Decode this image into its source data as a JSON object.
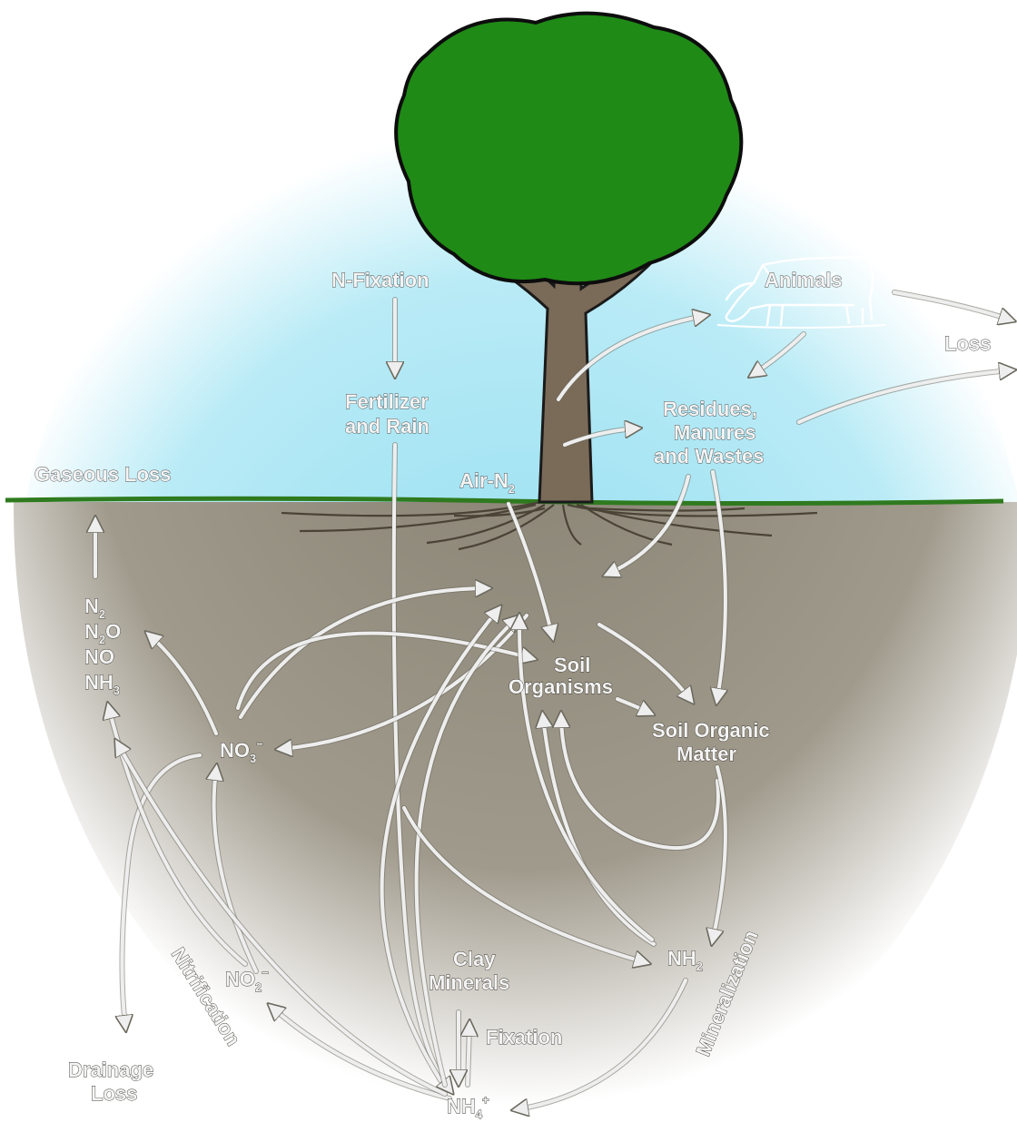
{
  "colors": {
    "sky": "#a9e6f4",
    "soil": "#8f897a",
    "ground_line": "#2f7a1f",
    "canopy": "#1f8a16",
    "trunk": "#7a6a58",
    "arrow": "#eeeeee"
  },
  "labels": {
    "n_fixation": "N-Fixation",
    "animals": "Animals",
    "loss": "Loss",
    "fertilizer_1": "Fertilizer",
    "fertilizer_2": "and Rain",
    "residues_1": "Residues,",
    "residues_2": "Manures",
    "residues_3": "and Wastes",
    "gaseous_loss": "Gaseous Loss",
    "air_n2": "Air-N",
    "air_n2_sub": "2",
    "n2": "N",
    "n2_sub": "2",
    "n2o_a": "N",
    "n2o_sub": "2",
    "n2o_b": "O",
    "no": "NO",
    "nh3": "NH",
    "nh3_sub": "3",
    "soil_org_1": "Soil",
    "soil_org_2": "Organisms",
    "som_1": "Soil Organic",
    "som_2": "Matter",
    "no3": "NO",
    "no3_sub": "3",
    "no3_sup": "−",
    "no2": "NO",
    "no2_sub": "2",
    "no2_sup": "−",
    "nh2": "NH",
    "nh2_sub": "2",
    "clay_1": "Clay",
    "clay_2": "Minerals",
    "fixation": "Fixation",
    "nh4": "NH",
    "nh4_sub": "4",
    "nh4_sup": "+",
    "drainage_1": "Drainage",
    "drainage_2": "Loss",
    "nitrification": "Nitrification",
    "mineralization": "Mineralization"
  }
}
